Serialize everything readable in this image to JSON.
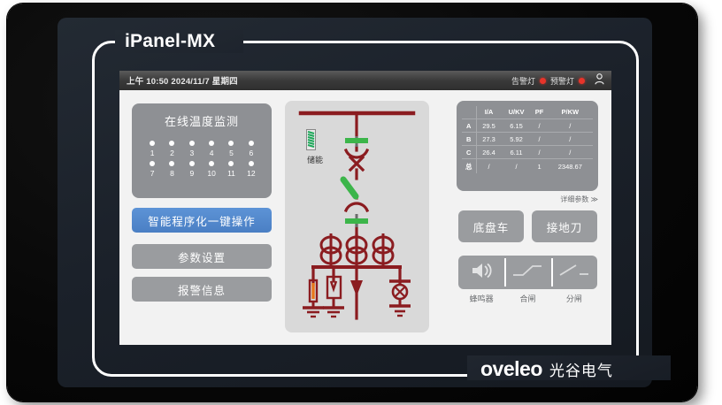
{
  "device": {
    "model_title": "iPanel-MX",
    "brand_name": "oveleo",
    "brand_name_cn": "光谷电气"
  },
  "status_bar": {
    "clock": "上午 10:50 2024/11/7 星期四",
    "alarm_lamp_label": "告警灯",
    "prealarm_lamp_label": "预警灯",
    "lamp_color": "#e8342a",
    "user_icon": "user-icon"
  },
  "temperature_panel": {
    "title": "在线温度监测",
    "points": [
      "1",
      "2",
      "3",
      "4",
      "5",
      "6",
      "7",
      "8",
      "9",
      "10",
      "11",
      "12"
    ]
  },
  "side_buttons": {
    "auto_operation": "智能程序化一键操作",
    "parameter_settings": "参数设置",
    "alarm_info": "报警信息",
    "accent_color": "#4a7fc4"
  },
  "diagram": {
    "energy_storage_label": "储能",
    "spring_color": "#1ea85a",
    "line_color": "#8b1c20",
    "closed_color": "#3cb54a",
    "arrester_color": "#e8771a"
  },
  "meter_table": {
    "columns": [
      "",
      "I/A",
      "U/KV",
      "PF",
      "P/KW"
    ],
    "rows": [
      {
        "label": "A",
        "values": [
          "29.5",
          "6.15",
          "/",
          "/"
        ]
      },
      {
        "label": "B",
        "values": [
          "27.3",
          "5.92",
          "/",
          "/"
        ]
      },
      {
        "label": "C",
        "values": [
          "26.4",
          "6.11",
          "/",
          "/"
        ]
      },
      {
        "label": "总",
        "values": [
          "/",
          "/",
          "1",
          "2348.67"
        ]
      }
    ],
    "detail_link": "详细参数 ≫"
  },
  "control_buttons": {
    "chassis_truck": "底盘车",
    "earthing_switch": "接地刀",
    "buzzer_label": "蜂鸣器",
    "close_label": "合闸",
    "open_label": "分闸",
    "buzzer_icon": "speaker-icon",
    "close_icon": "switch-closed-icon",
    "open_icon": "switch-open-icon"
  }
}
